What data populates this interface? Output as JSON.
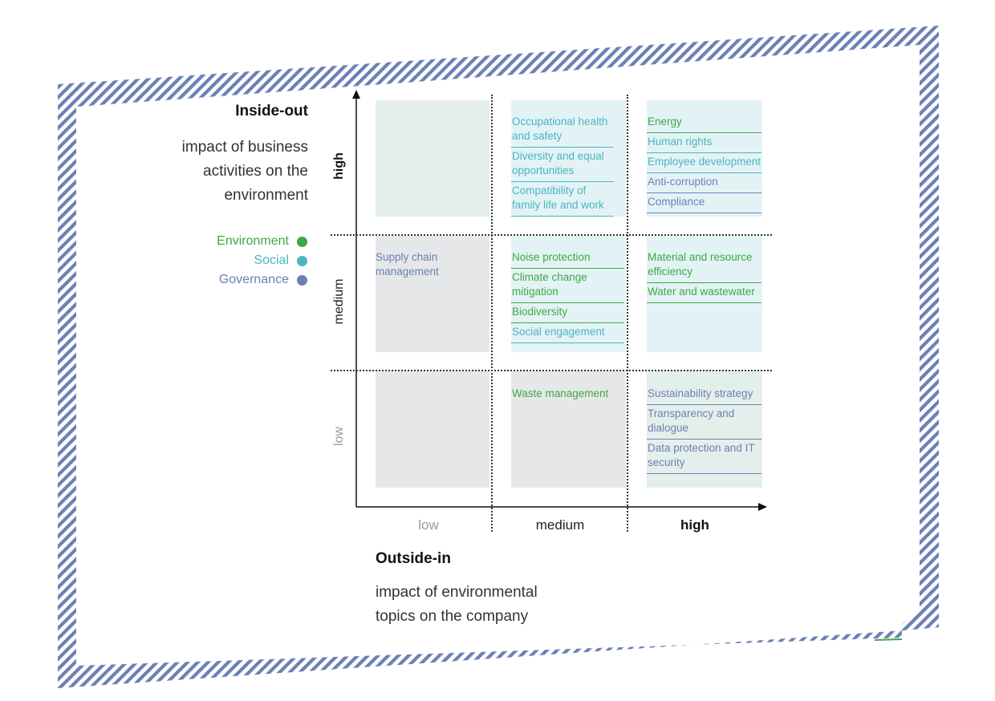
{
  "colors": {
    "environment": "#3ea846",
    "social": "#4bb5c1",
    "governance": "#6b80b6",
    "frame_stripe": "#6b80b6"
  },
  "y_axis": {
    "title": "Inside-out",
    "description_lines": [
      "impact of business",
      "activities on the",
      "environment"
    ],
    "levels": [
      "high",
      "medium",
      "low"
    ]
  },
  "x_axis": {
    "title": "Outside-in",
    "description_lines": [
      "impact of environmental",
      "topics on the company"
    ],
    "levels": [
      "low",
      "medium",
      "high"
    ]
  },
  "legend": [
    {
      "label": "Environment",
      "category": "environment"
    },
    {
      "label": "Social",
      "category": "social"
    },
    {
      "label": "Governance",
      "category": "governance"
    }
  ],
  "matrix": {
    "high_low": [],
    "high_medium": [
      {
        "label": "Occupational health and safety",
        "category": "social"
      },
      {
        "label": "Diversity and equal opportunities",
        "category": "social"
      },
      {
        "label": "Compatibility of family life and work",
        "category": "social"
      }
    ],
    "high_high": [
      {
        "label": "Energy",
        "category": "environment"
      },
      {
        "label": "Human rights",
        "category": "social"
      },
      {
        "label": "Employee development",
        "category": "social"
      },
      {
        "label": "Anti-corruption",
        "category": "governance"
      },
      {
        "label": "Compliance",
        "category": "governance"
      }
    ],
    "medium_low": [
      {
        "label": "Supply chain management",
        "category": "governance"
      }
    ],
    "medium_medium": [
      {
        "label": "Noise protection",
        "category": "environment"
      },
      {
        "label": "Climate change mitigation",
        "category": "environment"
      },
      {
        "label": "Biodiversity",
        "category": "environment"
      },
      {
        "label": "Social engagement",
        "category": "social"
      }
    ],
    "medium_high": [
      {
        "label": "Material and resource efficiency",
        "category": "environment"
      },
      {
        "label": "Water and wastewater",
        "category": "environment"
      }
    ],
    "low_low": [],
    "low_medium": [
      {
        "label": "Waste management",
        "category": "environment"
      }
    ],
    "low_high": [
      {
        "label": "Sustainability strategy",
        "category": "governance"
      },
      {
        "label": "Transparency and dialogue",
        "category": "governance"
      },
      {
        "label": "Data protection and IT security",
        "category": "governance"
      }
    ]
  }
}
